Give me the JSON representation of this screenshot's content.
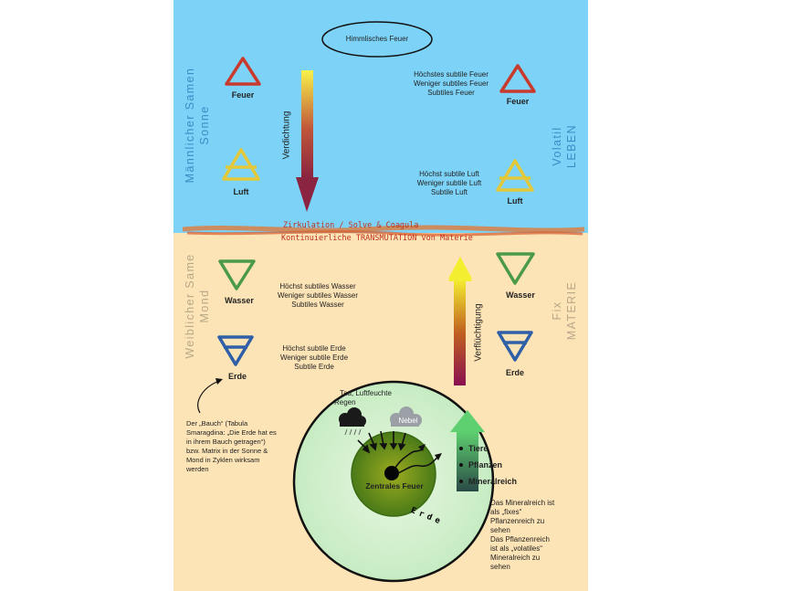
{
  "top": {
    "ellipse_label": "Himmlisches Feuer",
    "left_side": [
      "Männlicher Samen",
      "Sonne"
    ],
    "right_side": [
      "Volatil",
      "LEBEN"
    ],
    "feuer_left": "Feuer",
    "luft_left": "Luft",
    "feuer_right": "Feuer",
    "luft_right": "Luft",
    "feuer_desc": [
      "Höchstes subtile Feuer",
      "Weniger subtiles Feuer",
      "Subtiles Feuer"
    ],
    "luft_desc": [
      "Höchst subtile Luft",
      "Weniger subtile Luft",
      "Subtile Luft"
    ],
    "arrow_down_label": "Verdichtung"
  },
  "boundary": {
    "line1": "Zirkulation / Solve & Coagula",
    "line2": "Kontinuierliche TRANSMUTATION von Materie"
  },
  "bottom": {
    "left_side": [
      "Weiblicher Same",
      "Mond"
    ],
    "right_side": [
      "Fix",
      "MATERIE"
    ],
    "wasser_left": "Wasser",
    "erde_left": "Erde",
    "wasser_right": "Wasser",
    "erde_right": "Erde",
    "wasser_desc": [
      "Höchst subtiles Wasser",
      "Weniger subtiles Wasser",
      "Subtiles Wasser"
    ],
    "erde_desc": [
      "Höchst subtile Erde",
      "Weniger subtile Erde",
      "Subtile Erde"
    ],
    "arrow_up_label": "Verflüchtigung",
    "bauch_note": [
      "Der „Bauch“ (Tabula",
      "Smaragdina: „Die Erde hat es",
      "in ihrem Bauch getragen“)",
      "bzw. Matrix in der Sonne &",
      "Mond in Zyklen wirksam",
      "werden"
    ],
    "tau": [
      "Tau, Luftfeuchte",
      "Regen"
    ],
    "nebel": "Nebel",
    "zentrales_feuer": "Zentrales Feuer",
    "erde_arc": "Erde",
    "kingdoms": [
      "Tiere",
      "Pflanzen",
      "Mineralreich"
    ],
    "mineral_note": [
      "Das Mineralreich ist",
      "als „fixes“",
      "Pflanzenreich zu",
      "sehen",
      "Das Pflanzenreich",
      "ist als „volatiles“",
      "Mineralreich zu",
      "sehen"
    ]
  },
  "colors": {
    "sky": "#7dd3f7",
    "earth": "#fde4b6",
    "fire": "#c83a2e",
    "air": "#e3c93a",
    "water": "#4a9a48",
    "earth_symbol": "#2f5fa6",
    "side_blue": "#3a8cc6",
    "side_tan": "#b8a888",
    "boundary_red": "#c0301c"
  }
}
